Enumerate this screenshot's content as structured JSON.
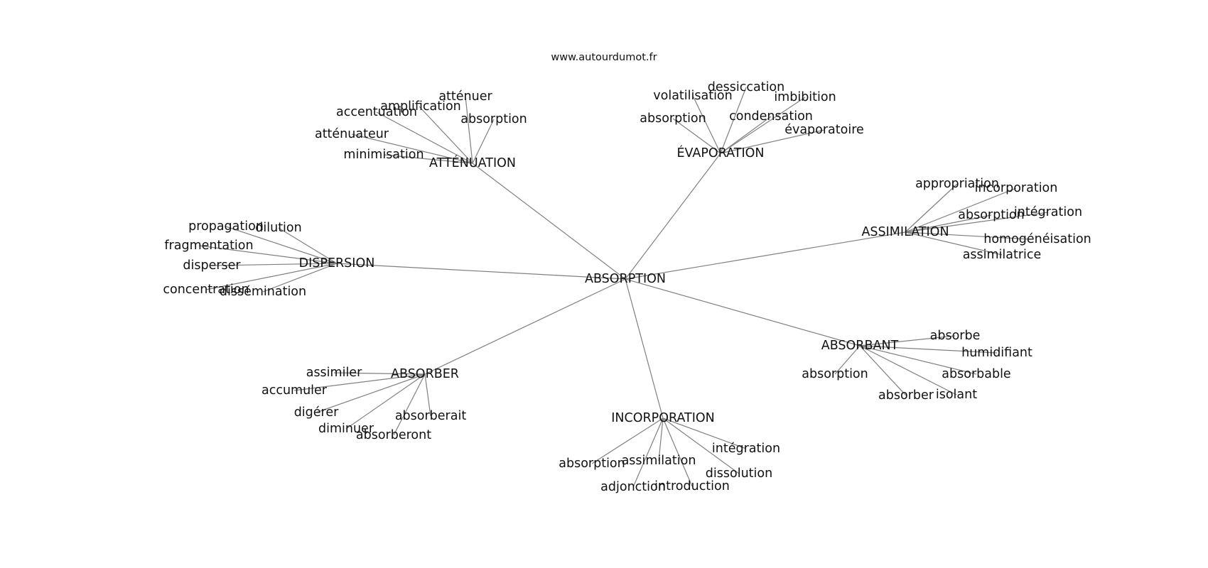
{
  "watermark": "www.autourdumot.fr",
  "colors": {
    "edge": "#808080",
    "text": "#111111",
    "background": "#ffffff"
  },
  "graph": {
    "root": "ABSORPTION",
    "clusters": [
      {
        "label": "ATTÉNUATION",
        "leaves": [
          "atténuer",
          "amplification",
          "accentuation",
          "absorption",
          "atténuateur",
          "minimisation"
        ]
      },
      {
        "label": "ÉVAPORATION",
        "leaves": [
          "dessiccation",
          "volatilisation",
          "imbibition",
          "absorption",
          "condensation",
          "évaporatoire"
        ]
      },
      {
        "label": "ASSIMILATION",
        "leaves": [
          "appropriation",
          "incorporation",
          "absorption",
          "intégration",
          "homogénéisation",
          "assimilatrice"
        ]
      },
      {
        "label": "DISPERSION",
        "leaves": [
          "propagation",
          "dilution",
          "fragmentation",
          "disperser",
          "concentration",
          "dissémination"
        ]
      },
      {
        "label": "ABSORBANT",
        "leaves": [
          "absorbe",
          "humidifiant",
          "absorption",
          "absorbable",
          "absorber",
          "isolant"
        ]
      },
      {
        "label": "ABSORBER",
        "leaves": [
          "assimiler",
          "accumuler",
          "digérer",
          "diminuer",
          "absorberait",
          "absorberont"
        ]
      },
      {
        "label": "INCORPORATION",
        "leaves": [
          "intégration",
          "absorption",
          "assimilation",
          "dissolution",
          "adjonction",
          "introduction"
        ]
      }
    ]
  }
}
